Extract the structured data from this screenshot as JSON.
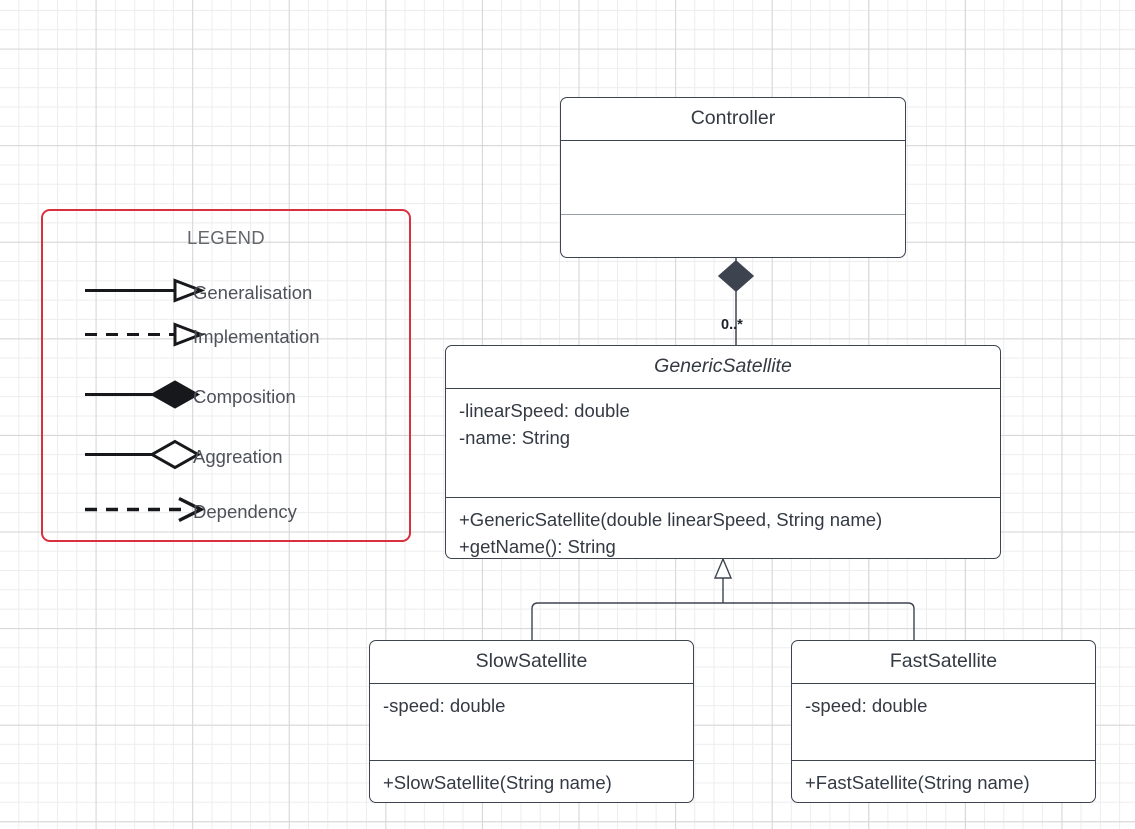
{
  "diagram": {
    "type": "uml-class-diagram",
    "background": "grid",
    "classes": [
      {
        "id": "controller",
        "name": "Controller",
        "abstract": false,
        "attributes": "",
        "methods": ""
      },
      {
        "id": "generic-satellite",
        "name": "GenericSatellite",
        "abstract": true,
        "attributes": "-linearSpeed: double\n-name: String",
        "methods": "+GenericSatellite(double linearSpeed, String name)\n+getName(): String"
      },
      {
        "id": "slow-satellite",
        "name": "SlowSatellite",
        "abstract": false,
        "attributes": "-speed: double",
        "methods": "+SlowSatellite(String name)"
      },
      {
        "id": "fast-satellite",
        "name": "FastSatellite",
        "abstract": false,
        "attributes": "-speed: double",
        "methods": "+FastSatellite(String name)"
      }
    ],
    "relationships": [
      {
        "id": "controller-composition",
        "kind": "composition",
        "from": "Controller",
        "to": "GenericSatellite",
        "multiplicity": "0..*"
      },
      {
        "id": "slow-generalisation",
        "kind": "generalisation",
        "from": "SlowSatellite",
        "to": "GenericSatellite",
        "multiplicity": ""
      },
      {
        "id": "fast-generalisation",
        "kind": "generalisation",
        "from": "FastSatellite",
        "to": "GenericSatellite",
        "multiplicity": ""
      }
    ]
  },
  "legend": {
    "title": "LEGEND",
    "border_color": "#d9303f",
    "items": [
      {
        "glyph": "generalisation-arrow-icon",
        "label": "Generalisation"
      },
      {
        "glyph": "implementation-arrow-icon",
        "label": "Implementation"
      },
      {
        "glyph": "composition-diamond-icon",
        "label": "Composition"
      },
      {
        "glyph": "aggregation-diamond-icon",
        "label": "Aggreation"
      },
      {
        "glyph": "dependency-arrow-icon",
        "label": "Dependency"
      }
    ]
  },
  "colors": {
    "line": "#3d4450",
    "filled_diamond": "#3d4450",
    "text": "#343a44",
    "legend_text": "#4e5258",
    "legend_border": "#d9303f",
    "glyph": "#16181c"
  }
}
